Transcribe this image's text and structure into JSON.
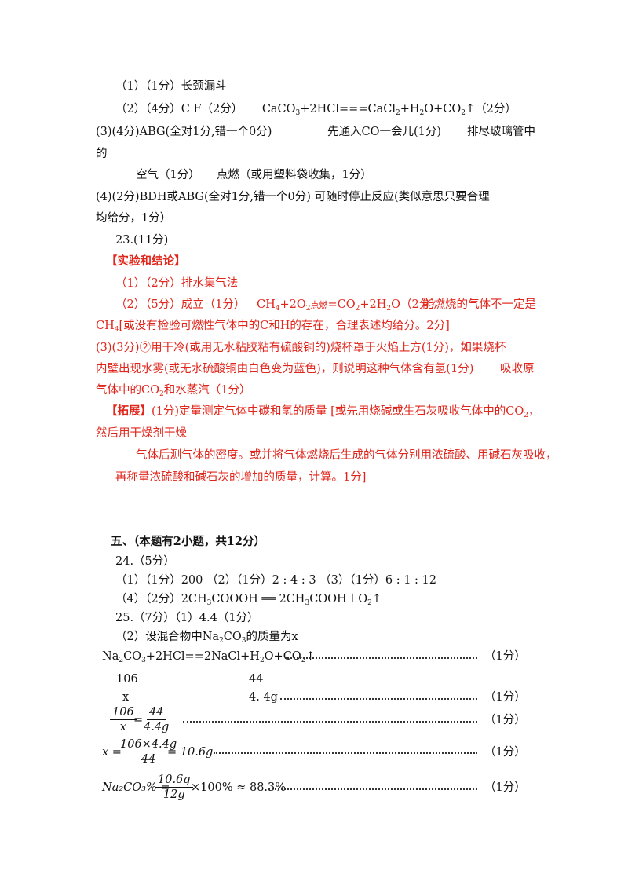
{
  "q22": {
    "l1": "（1）（1分）长颈漏斗",
    "l2a": "（2）（4分）C F（2分）",
    "l2b_pre": "CaCO",
    "l2b_mid1": "+2HCl===CaCl",
    "l2b_mid2": "+H",
    "l2b_mid3": "O+CO",
    "l2b_post": "↑（2分）",
    "l3a": "(3)(4分)ABG(全对1分,错一个0分)",
    "l3b": "先通入CO一会儿(1分)",
    "l3c": "排尽玻璃管中",
    "l3d": "的",
    "l4a": "空气（1分）",
    "l4b": "点燃（或用塑料袋收集，1分）",
    "l5": "(4)(2分)BDH或ABG(全对1分,错一个0分)  可随时停止反应(类似意思只要合理",
    "l6": "均给分，1分）"
  },
  "q23": {
    "header": "23.(11分)",
    "section1": "【实验和结论】",
    "r1": "（1）（2分）排水集气法",
    "r2a": "（2）（5分）成立（1分）",
    "r2b_1": "CH",
    "r2b_2": "+2O",
    "r2b_3": "点燃",
    "r2b_4": "=CO",
    "r2b_5": "+2H",
    "r2b_6": "O（2分）",
    "r2c": "能燃烧的气体不一定是",
    "r3_1": "CH",
    "r3_2": "[或没有检验可燃性气体中的C和H的存在，合理表述均给分。2分]",
    "r4": "(3)(3分)②用干冷(或用无水粘胶粘有硫酸铜的)烧杯罩于火焰上方(1分)，如果烧杯",
    "r5a": "内壁出现水雾(或无水硫酸铜由白色变为蓝色)，则说明这种气体含有氢(1分)",
    "r5b": "吸收原",
    "r6_1": "气体中的CO",
    "r6_2": "和水蒸汽（1分）",
    "ext_label": "【拓展】",
    "ext1_1": "(1分)定量测定气体中碳和氢的质量  [或先用烧碱或生石灰吸收气体中的CO",
    "ext1_2": "，",
    "ext2": "然后用干燥剂干燥",
    "ext3": "气体后测气体的密度。或并将气体燃烧后生成的气体分别用浓硫酸、用碱石灰吸收，",
    "ext4": "再称量浓硫酸和碱石灰的增加的质量，计算。1分]"
  },
  "sec5": {
    "title": "五、（本题有2小题，共12分）",
    "q24": "24.（5分）",
    "q24_l1": "（1）（1分）200  （2）（1分）2 : 4 : 3   （3）（1分）6 : 1 : 12",
    "q24_l2_1": "（4）（2分）2CH",
    "q24_l2_2": "COOOH ══ 2CH",
    "q24_l2_3": "COOH＋O",
    "q24_l2_4": "↑",
    "q25": "25.（7分）（1）4.4（1分）",
    "q25_l2_1": "（2）设混合物中Na",
    "q25_l2_2": "CO",
    "q25_l2_3": "的质量为x",
    "eq_1": "Na",
    "eq_2": "CO",
    "eq_3": "+2HCl==2NaCl+H",
    "eq_4": "O+CO",
    "eq_5": "↑",
    "score": "（1分）",
    "m106": "106",
    "m44": "44",
    "mx": "x",
    "m44g": "4. 4g",
    "f1_num": "106",
    "f1_den": "x",
    "f1_num2": "44",
    "f1_den2": "4.4g",
    "eqsign": "=",
    "f2_lhs": "x =",
    "f2_num": "106×4.4g",
    "f2_den": "44",
    "f2_rhs": "= 10.6g",
    "f3_lhs": "Na₂CO₃% =",
    "f3_num": "10.6g",
    "f3_den": "12g",
    "f3_rhs": "×100% ≈ 88.3%"
  }
}
